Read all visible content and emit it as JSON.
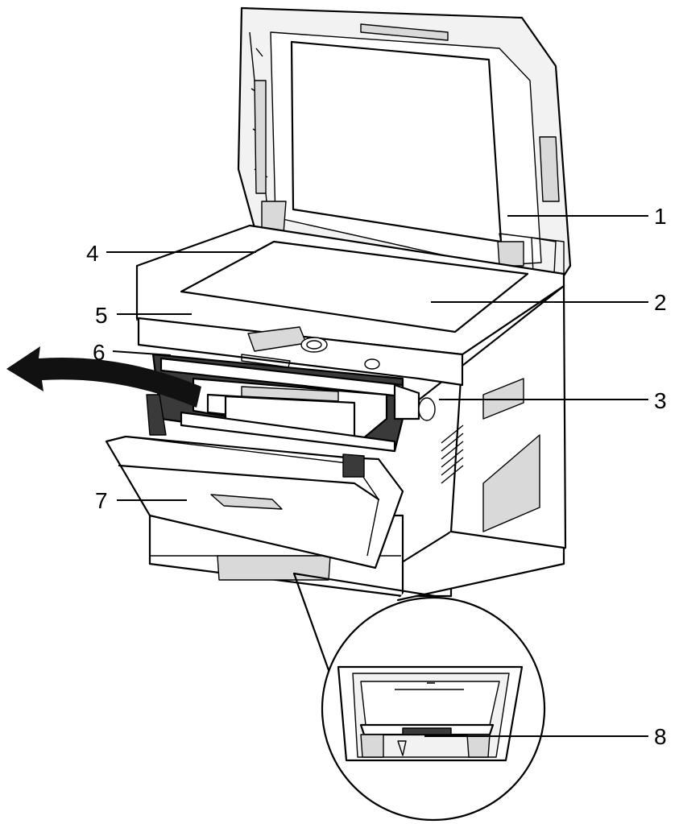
{
  "callouts": [
    {
      "id": "1",
      "label": "1"
    },
    {
      "id": "2",
      "label": "2"
    },
    {
      "id": "3",
      "label": "3"
    },
    {
      "id": "4",
      "label": "4"
    },
    {
      "id": "5",
      "label": "5"
    },
    {
      "id": "6",
      "label": "6"
    },
    {
      "id": "7",
      "label": "7"
    },
    {
      "id": "8",
      "label": "8"
    }
  ],
  "colors": {
    "line": "#000000",
    "arrow": "#000000",
    "background": "#ffffff"
  },
  "icons": [
    "removal-arrow-icon",
    "printer-illustration",
    "magnified-detail-circle"
  ]
}
